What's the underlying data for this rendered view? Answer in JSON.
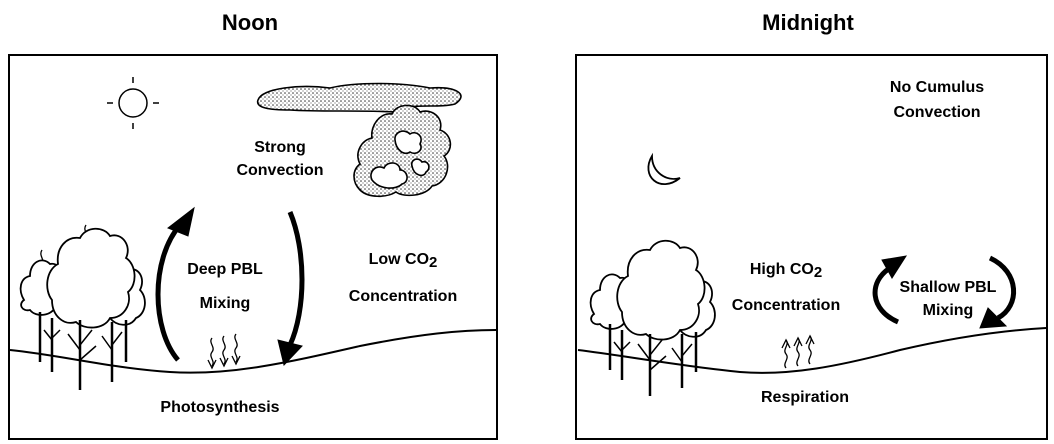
{
  "noon": {
    "title": "Noon",
    "convection": [
      "Strong",
      "Convection"
    ],
    "pbl": [
      "Deep PBL",
      "Mixing"
    ],
    "co2": [
      "Low CO",
      "2",
      "Concentration"
    ],
    "process": "Photosynthesis"
  },
  "midnight": {
    "title": "Midnight",
    "convection": [
      "No Cumulus",
      "Convection"
    ],
    "co2": [
      "High CO",
      "2",
      "Concentration"
    ],
    "pbl": [
      "Shallow PBL",
      "Mixing"
    ],
    "process": "Respiration"
  }
}
